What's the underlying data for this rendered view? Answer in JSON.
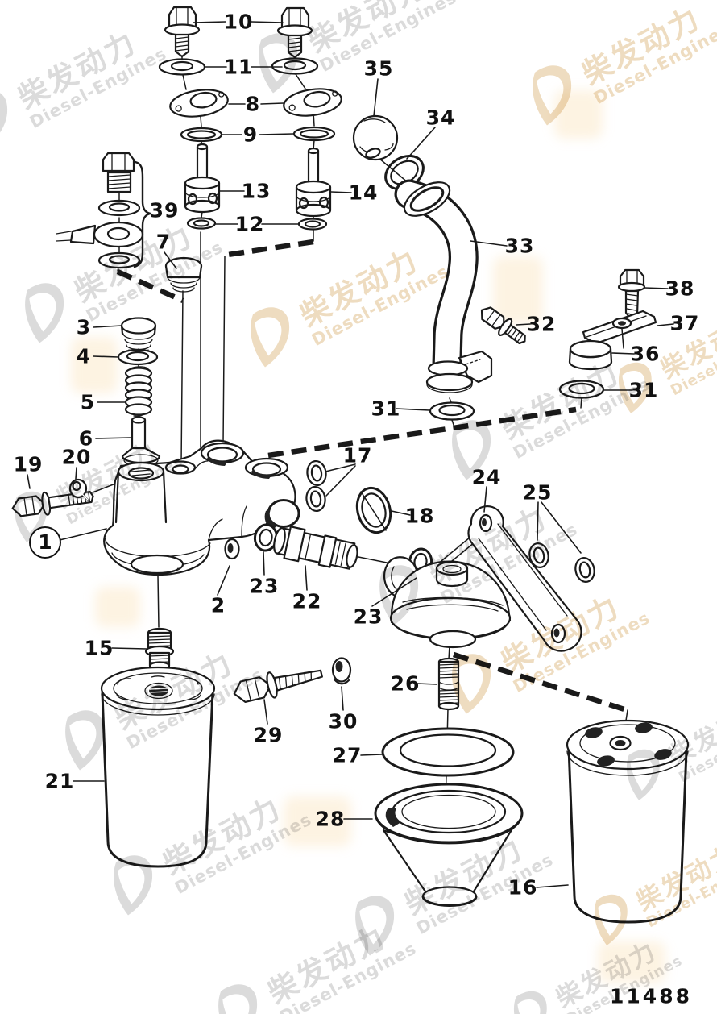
{
  "watermark": {
    "cn": "柴发动力",
    "en": "Diesel-Engines"
  },
  "meta": {
    "drawing_number": "11488"
  },
  "colors": {
    "line": "#1a1a1a",
    "background": "#ffffff",
    "watermark_gray": "#d7d7d7",
    "watermark_warm": "#ecd8b9"
  },
  "labels": {
    "n1": "1",
    "n2": "2",
    "n3": "3",
    "n4": "4",
    "n5": "5",
    "n6": "6",
    "n7": "7",
    "n8": "8",
    "n9": "9",
    "n10": "10",
    "n11": "11",
    "n12": "12",
    "n13": "13",
    "n14": "14",
    "n15": "15",
    "n16": "16",
    "n17": "17",
    "n18": "18",
    "n19": "19",
    "n20": "20",
    "n21": "21",
    "n22": "22",
    "n23": "23",
    "n24": "24",
    "n25": "25",
    "n26": "26",
    "n27": "27",
    "n28": "28",
    "n29": "29",
    "n30": "30",
    "n31": "31",
    "n32": "32",
    "n33": "33",
    "n34": "34",
    "n35": "35",
    "n36": "36",
    "n37": "37",
    "n38": "38",
    "n39": "39"
  }
}
